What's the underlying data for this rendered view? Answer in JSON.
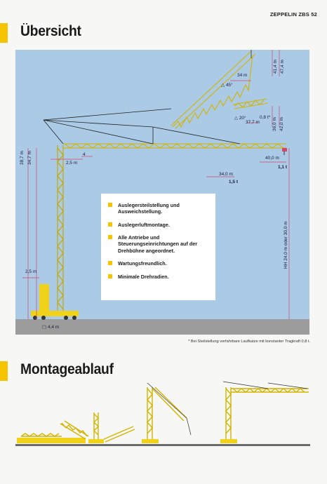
{
  "header": {
    "brand": "ZEPPELIN ZBS 52"
  },
  "sections": {
    "overview": "Übersicht",
    "assembly": "Montageablauf"
  },
  "diagram": {
    "dims": {
      "d1": "41,4 m",
      "d2": "47,4 m",
      "d3": "34 m",
      "d4": "45°",
      "d5": "20°",
      "d6": "0,8 t*",
      "d7": "37,7 m",
      "d8": "36,0 m",
      "d9": "42,0 m",
      "d10": "28,7 m",
      "d11": "34,7 m",
      "d12": "4",
      "d13": "2,5 m",
      "d14": "40,0 m",
      "d15": "1,1 t",
      "d16": "34,0 m",
      "d17": "1,5 t",
      "d18": "HH 24,0 m oder 30,0 m",
      "d19": "2,5 m",
      "d20": "4,4 m"
    }
  },
  "features": [
    "Auslegersteilstellung und Ausweichstellung.",
    "Auslegerluftmontage.",
    "Alle Antriebe und Steuerungseinrichtungen auf der Drehbühne angeordnet.",
    "Wartungsfreundlich.",
    "Minimale Drehradien."
  ],
  "footnote": "* Bei Steilstellung verfahrbare Laufkatze mit konstanter Tragkraft 0,8 t.",
  "colors": {
    "accent": "#f5c300",
    "panel": "#aacae6",
    "crane": "#f0d21a",
    "dimension": "#d0476b"
  }
}
